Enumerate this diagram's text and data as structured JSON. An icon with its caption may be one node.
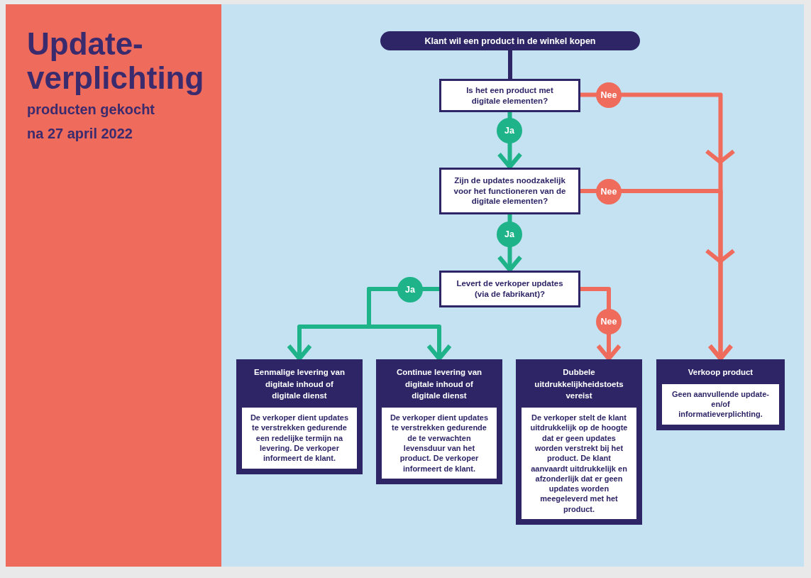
{
  "diagram": {
    "title": "Update-verplichting",
    "nodes": [
      {
        "text": [
          "Klant wil een product in de winkel kopen"
        ]
      },
      {
        "text": [
          "Is het een product met digitale elementen?"
        ]
      },
      {
        "text": [
          "Zijn de updates noodzakelijk voor het functioneren van de digitale elementen?"
        ]
      },
      {
        "text": [
          "Levert de verkoper updates (via de fabrikant)?"
        ]
      },
      {
        "text": [
          "Eenmalige levering van digitale inhoud of digitale dienst",
          "De verkoper dient updates te verstrekken gedurende een redelijke termijn na levering. De verkoper informeert de klant."
        ]
      },
      {
        "text": [
          "Continue levering van digitale inhoud of digitale dienst",
          "De verkoper dient updates te verstrekken gedurende de te verwachten levensduur van het product. De verkoper informeert de klant."
        ]
      },
      {
        "text": [
          "Dubbele uitdrukkelijkheidstoets vereist",
          "De verkoper stelt de klant uitdrukkelijk op de hoogte dat er geen updates worden verstrekt bij het product. De klant aanvaardt uitdrukkelijk en afzonderlijk dat er geen updates worden meegeleverd met het product."
        ]
      },
      {
        "text": [
          "Verkoop product",
          "Geen aanvullende update- en/of informatieverplichting."
        ]
      }
    ],
    "edges": [
      {
        "from": 0,
        "to": 1,
        "arrow": "none",
        "color": "#2d2566"
      },
      {
        "from": 1,
        "to": 2,
        "arrow": "to",
        "label": "Ja"
      },
      {
        "from": 1,
        "to": 7,
        "arrow": "to",
        "label": "Nee",
        "color": "#ef6b5b"
      },
      {
        "from": 2,
        "to": 3,
        "arrow": "to",
        "label": "Ja"
      },
      {
        "from": 2,
        "to": 7,
        "arrow": "to",
        "label": "Nee",
        "color": "#ef6b5b"
      },
      {
        "from": 3,
        "to": 4,
        "arrow": "to",
        "label": "Ja"
      },
      {
        "from": 3,
        "to": 5,
        "arrow": "to"
      },
      {
        "from": 3,
        "to": 6,
        "arrow": "to",
        "label": "Nee",
        "color": "#ef6b5b"
      }
    ],
    "labels": [
      "producten gekocht",
      "na 27 april 2022"
    ]
  }
}
